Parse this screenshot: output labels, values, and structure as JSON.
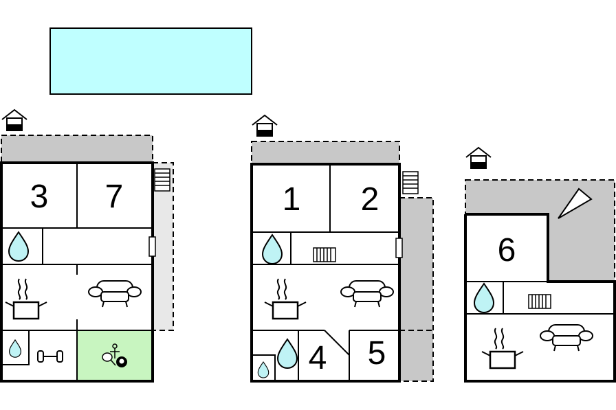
{
  "colors": {
    "pool": "#bfffff",
    "terrace": "#c8c8c8",
    "balcony": "#e8e8e8",
    "game_room": "#c8f5c0",
    "water_drop": "#bff3f5"
  },
  "icons": [
    "house-entrance-icon",
    "water-drop-icon",
    "cooking-pot-icon",
    "sofa-icon",
    "radiator-icon",
    "dumbbell-icon",
    "table-tennis-icon",
    "billiard-ball-icon",
    "stairs-icon",
    "window-icon",
    "triangle-terrace-icon"
  ],
  "building_left": {
    "rooms": {
      "r1": "3",
      "r2": "7"
    }
  },
  "building_middle": {
    "rooms": {
      "r1": "1",
      "r2": "2",
      "r3": "4",
      "r4": "5"
    }
  },
  "building_right": {
    "rooms": {
      "r1": "6"
    }
  }
}
